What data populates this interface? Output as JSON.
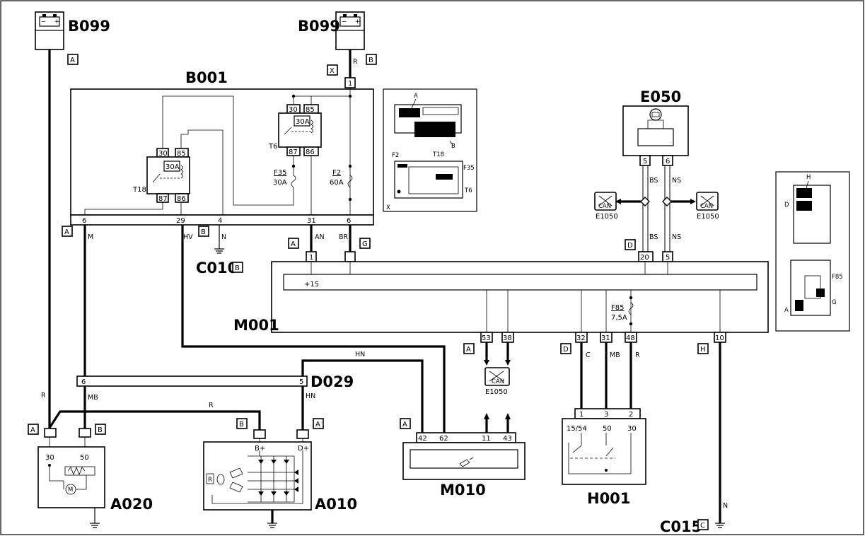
{
  "components": {
    "b099_left": "B099",
    "b099_right": "B099",
    "b001": "B001",
    "e050": "E050",
    "m001": "M001",
    "c010": "C010",
    "d029": "D029",
    "a020": "A020",
    "a010": "A010",
    "m010": "M010",
    "h001": "H001",
    "c015": "C015"
  },
  "connectors": {
    "A": "A",
    "B": "B",
    "C": "C",
    "D": "D",
    "G": "G",
    "H": "H",
    "X": "X"
  },
  "pins": {
    "b001_top": "1",
    "t6_30": "30",
    "t6_85": "85",
    "t6_87": "87",
    "t6_86": "86",
    "t18_30": "30",
    "t18_85": "85",
    "t18_87": "87",
    "t18_86": "86",
    "relay_rating": "30A",
    "b001_bottom": [
      "6",
      "29",
      "4",
      "31",
      "6"
    ],
    "m001_top_1": "1",
    "m001_top_20": "20",
    "m001_top_5": "5",
    "m001_plus15": "+15",
    "m001_bottom": [
      "53",
      "38",
      "32",
      "31",
      "48",
      "10"
    ],
    "e050_5": "5",
    "e050_6": "6",
    "d029_6": "6",
    "d029_5": "5",
    "a020_30": "30",
    "a020_50": "50",
    "a010_bplus": "B+",
    "a010_dplus": "D+",
    "a010_r": "R",
    "m010": [
      "42",
      "62",
      "11",
      "43"
    ],
    "h001_top": [
      "1",
      "3",
      "2"
    ],
    "h001_inner": [
      "15/54",
      "50",
      "30"
    ]
  },
  "wires": {
    "R": "R",
    "M": "M",
    "HV": "HV",
    "N": "N",
    "AN": "AN",
    "BR": "BR",
    "BS": "BS",
    "NS": "NS",
    "MB": "MB",
    "HN": "HN",
    "C": "C"
  },
  "fuses": {
    "f35": "F35",
    "f35_rating": "30A",
    "f2": "F2",
    "f2_rating": "60A",
    "f85": "F85",
    "f85_rating": "7,5A"
  },
  "relays": {
    "t6": "T6",
    "t18": "T18"
  },
  "can": {
    "label": "CAN",
    "node": "E1050"
  },
  "inset1": {
    "a": "A",
    "b": "B",
    "t18": "T18",
    "f2": "F2",
    "f35": "F35",
    "t6": "T6",
    "x": "X"
  },
  "inset2": {
    "h": "H",
    "d": "D",
    "f85": "F85",
    "g": "G",
    "a": "A"
  }
}
